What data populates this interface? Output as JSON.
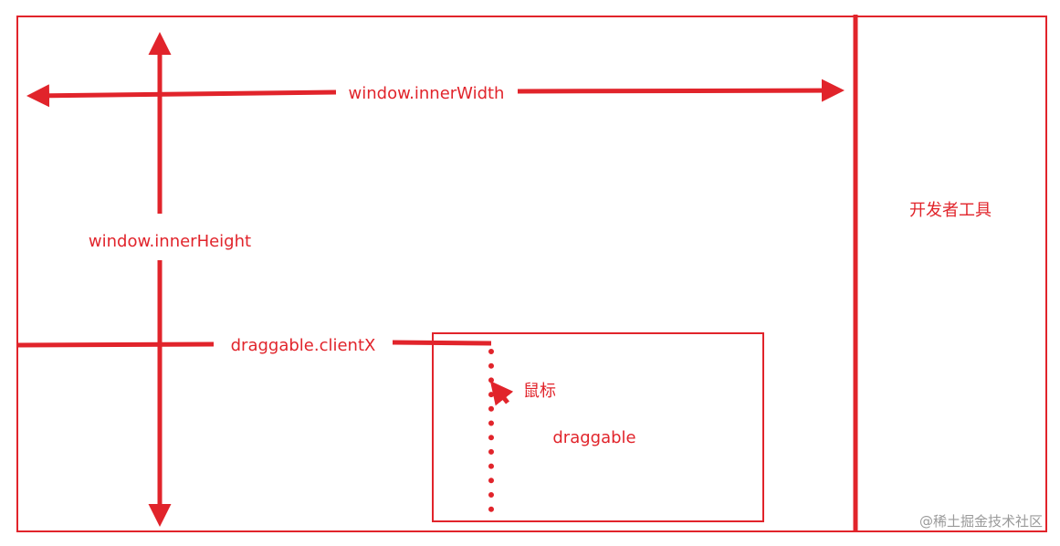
{
  "diagram": {
    "labels": {
      "inner_width": "window.innerWidth",
      "inner_height": "window.innerHeight",
      "client_x": "draggable.clientX",
      "devtools": "开发者工具",
      "mouse": "鼠标",
      "draggable": "draggable"
    },
    "watermark": "@稀土掘金技术社区",
    "colors": {
      "stroke": "#e1242b",
      "watermark": "#9a9a9a",
      "background": "#ffffff"
    }
  }
}
